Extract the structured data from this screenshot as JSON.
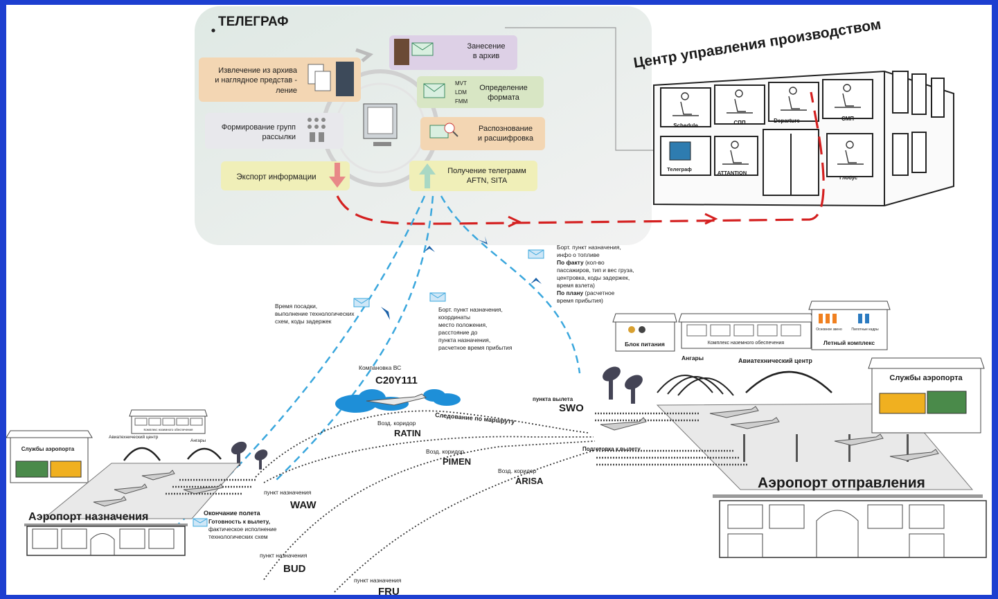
{
  "telegraph": {
    "title": "ТЕЛЕГРАФ",
    "steps": [
      {
        "id": "archive_put",
        "lines": [
          "Занесение",
          "в архив"
        ]
      },
      {
        "id": "archive_get",
        "lines": [
          "Извлечение из архива",
          "и наглядное представ -",
          "ление"
        ]
      },
      {
        "id": "format",
        "lines": [
          "Определение",
          "формата"
        ],
        "codes": [
          "MVT",
          "LDM",
          "FMM"
        ]
      },
      {
        "id": "groups",
        "lines": [
          "Формирование групп",
          "рассылки"
        ]
      },
      {
        "id": "decode",
        "lines": [
          "Распознование",
          "и расшифровка"
        ]
      },
      {
        "id": "export",
        "lines": [
          "Экспорт информации"
        ]
      },
      {
        "id": "receive",
        "lines": [
          "Получение телеграмм",
          "AFTN, SITA"
        ]
      }
    ]
  },
  "control_center": {
    "title": "Центр управления производством",
    "rooms": [
      "Schedule",
      "СПП",
      "Departure",
      "СМП",
      "Телеграф",
      "ATTANTION",
      "Глобус"
    ]
  },
  "messages": {
    "departure_msg": {
      "lines": [
        "Борт. пункт назначения,",
        "инфо о топливе"
      ],
      "fact_label": "По факту",
      "fact_text": [
        "(кол-во",
        "пассажиров, тип и вес груза,",
        "центровка, коды задержек,",
        "время взлета)"
      ],
      "plan_label": "По плану",
      "plan_text": [
        "(расчетное",
        "время прибытия)"
      ]
    },
    "enroute_msg": {
      "lines": [
        "Борт. пункт назначения,",
        "координаты",
        "место положения,",
        "расстояние до",
        "пункта назначения,",
        "расчетное время прибытия"
      ]
    },
    "arrival_msg": {
      "lines": [
        "Время посадки,",
        "выполнение технологических",
        "схем, коды задержек"
      ]
    }
  },
  "aircraft": {
    "label": "Компановка ВС",
    "code": "C20Y111"
  },
  "route": {
    "following": "Следование по маршруту",
    "corridors": [
      {
        "label": "Возд. коридор",
        "name": "RATIN"
      },
      {
        "label": "Возд. коридор",
        "name": "PIMEN"
      },
      {
        "label": "Возд. коридор",
        "name": "ARISA"
      }
    ],
    "departure_point": {
      "label": "пункта вылета",
      "code": "SWO"
    },
    "destinations": [
      {
        "label": "пункт назначения",
        "code": "WAW"
      },
      {
        "label": "пункт назначения",
        "code": "BUD"
      },
      {
        "label": "пункт назначения",
        "code": "FRU"
      }
    ],
    "prep": "Подготовка к вылету",
    "end_flight": "Окончание полета",
    "ready_msg": [
      "Готовность к вылету,",
      "фактическое исполнение",
      "технологических схем"
    ]
  },
  "departure_airport": {
    "title": "Аэропорт отправления",
    "services": "Службы аэропорта",
    "catering": "Блок питания",
    "ground": "Комплекс наземного обеспечения",
    "flight_complex": "Летный комплекс",
    "hangars": "Ангары",
    "tech_center": "Авиатехнический центр",
    "flight_complex_sub": [
      "Основное звено",
      "Пилотные кадры"
    ]
  },
  "arrival_airport": {
    "title": "Аэропорт назначения",
    "services": "Службы аэропорта",
    "tech_center": "Авиатехнический центр",
    "hangars": "Ангары",
    "ground": "Комплекс наземного обеспечения"
  },
  "colors": {
    "frame": "#1d3fd0",
    "flow_red": "#d42020",
    "link_blue": "#3aa7dd",
    "box_green": "#d8e6c4",
    "box_purple": "#ddd0e6",
    "box_orange": "#f3d6b3",
    "box_yellow": "#f0efb8"
  }
}
